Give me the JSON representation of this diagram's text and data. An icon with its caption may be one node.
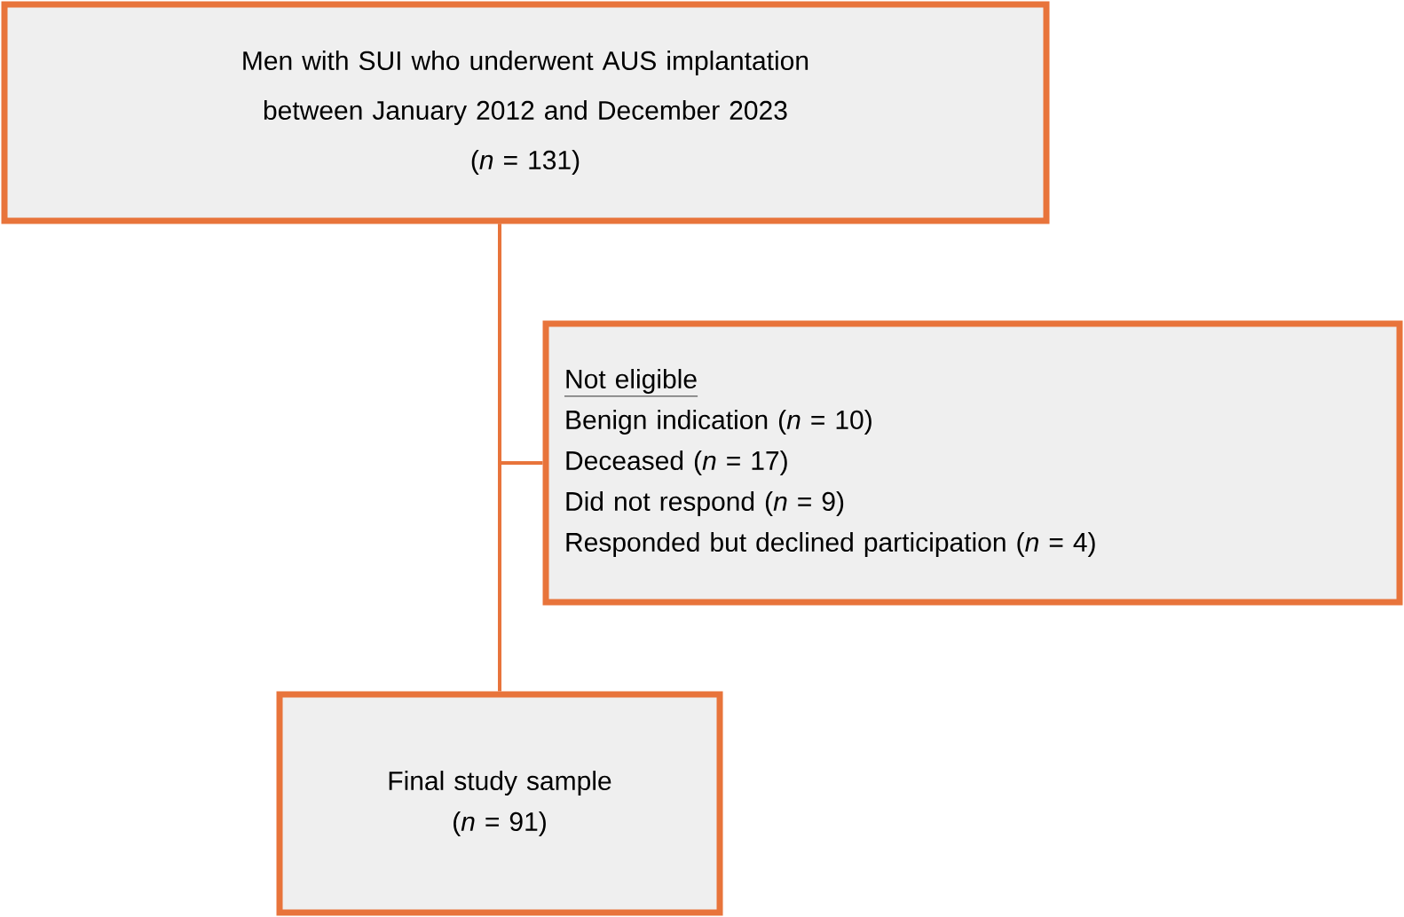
{
  "diagram": {
    "nodes": [
      {
        "text": [
          "Men with SUI who underwent AUS implantation between January 2012 and December 2023",
          "(*n* = 131)"
        ]
      },
      {
        "text": [
          "Not eligible",
          "Benign indication (*n* = 10)",
          "Deceased (*n* = 17)",
          "Did not respond (*n* = 9)",
          "Responded but declined participation (*n* = 4)"
        ]
      },
      {
        "text": [
          "Final study sample",
          "(*n* = 91)"
        ]
      }
    ],
    "edges": [
      {
        "from": 0,
        "to": 1,
        "arrow": "none"
      },
      {
        "from": 0,
        "to": 2,
        "arrow": "none"
      }
    ]
  }
}
